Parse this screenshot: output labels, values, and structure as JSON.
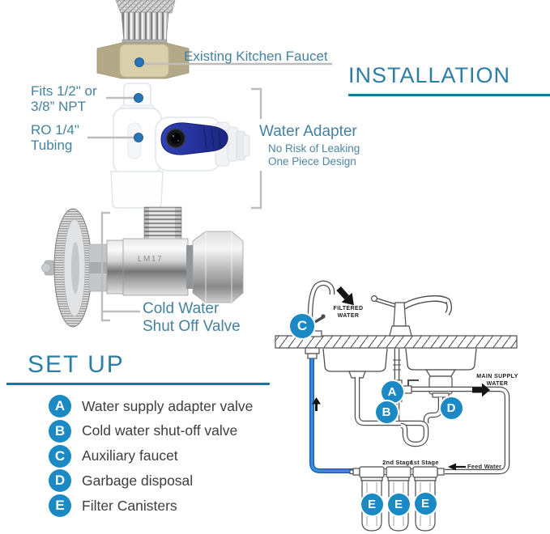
{
  "colors": {
    "heading_teal": "#2d7da4",
    "underline_teal": "#1679a8",
    "callout_teal": "#45829f",
    "badge_blue": "#1b89c4",
    "tube_blue": "#2f84d6",
    "handle_blue": "#2a38a4",
    "callout_line_gray": "#bdbdbd"
  },
  "headings": {
    "installation": "INSTALLATION",
    "setup": "SET UP"
  },
  "adapter_section": {
    "existing_faucet_label": "Existing Kitchen Faucet",
    "fits_label_line1": "Fits 1/2\" or",
    "fits_label_line2": "3/8” NPT",
    "ro_label_line1": "RO 1/4\"",
    "ro_label_line2": "Tubing",
    "water_adapter_title": "Water Adapter",
    "water_adapter_sub1": "No Risk of Leaking",
    "water_adapter_sub2": "One Piece Design"
  },
  "valve_section": {
    "cold_water_line1": "Cold Water",
    "cold_water_line2": "Shut Off Valve",
    "valve_marking": "LM17"
  },
  "legend": {
    "items": [
      {
        "key": "A",
        "label": "Water supply adapter valve"
      },
      {
        "key": "B",
        "label": "Cold water shut-off valve"
      },
      {
        "key": "C",
        "label": "Auxiliary faucet"
      },
      {
        "key": "D",
        "label": "Garbage disposal"
      },
      {
        "key": "E",
        "label": "Filter Canisters"
      }
    ]
  },
  "diagram": {
    "filtered_water_line1": "FILTERED",
    "filtered_water_line2": "WATER",
    "main_supply_line1": "MAIN SUPPLY",
    "main_supply_line2": "WATER",
    "feed_water": "Feed Water",
    "stage_second": "2nd Stage",
    "stage_first": "1st Stage",
    "badge_a": "A",
    "badge_b": "B",
    "badge_c": "C",
    "badge_d": "D",
    "badge_e": "E"
  }
}
